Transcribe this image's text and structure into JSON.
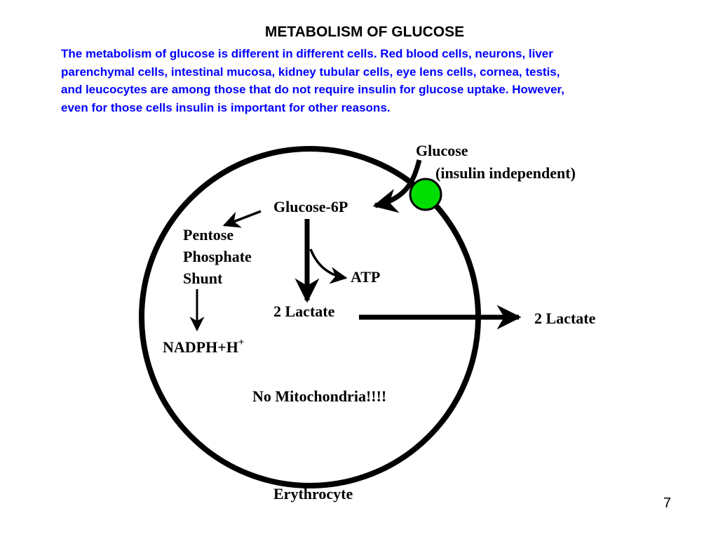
{
  "slide": {
    "title": "METABOLISM OF GLUCOSE",
    "body_lines": [
      "The metabolism of glucose is different in different cells.  Red blood cells, neurons, liver",
      "parenchymal cells, intestinal mucosa, kidney tubular cells, eye lens cells, cornea, testis,",
      "and leucocytes are among those that do not require insulin for glucose uptake. However,",
      "even for those cells insulin is important for other reasons."
    ],
    "page_number": "7"
  },
  "diagram": {
    "glucose": "Glucose",
    "insulin_independent": "(insulin independent)",
    "glucose_6p": "Glucose-6P",
    "pentose": "Pentose",
    "phosphate": "Phosphate",
    "shunt": "Shunt",
    "atp": "ATP",
    "lactate_inside": "2 Lactate",
    "lactate_outside": "2 Lactate",
    "nadph": "NADPH+H",
    "nadph_superscript": "+",
    "no_mitochondria": "No Mitochondria!!!!",
    "cell_label": "Erythrocyte",
    "transporter_color": "#00dd00",
    "membrane_color": "#000000"
  }
}
